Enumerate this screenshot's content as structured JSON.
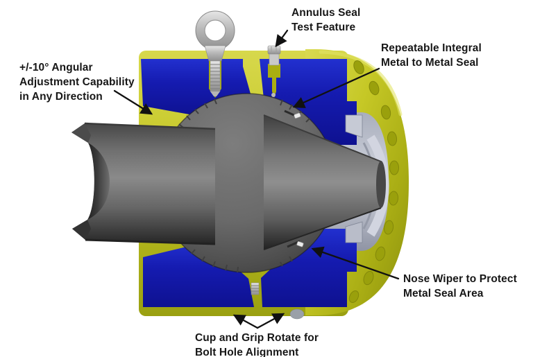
{
  "diagram": {
    "description": "Cross-section CAD cutaway of a ball-joint misalignment flange connector",
    "background_color": "#ffffff",
    "colors": {
      "cross_section_blue": "#151bb0",
      "body_yellow": "#c3c522",
      "pipe_gray": "#6a6a6a",
      "hub_gray": "#c0c4cf",
      "hardware_silver": "#c6c6c6",
      "annotation_text": "#171717"
    },
    "annotations": [
      {
        "id": "angular-adjustment",
        "lines": [
          "+/-10° Angular",
          "Adjustment Capability",
          "in Any Direction"
        ]
      },
      {
        "id": "annulus-seal-test",
        "lines": [
          "Annulus Seal",
          "Test Feature"
        ]
      },
      {
        "id": "metal-to-metal-seal",
        "lines": [
          "Repeatable Integral",
          "Metal to Metal Seal"
        ]
      },
      {
        "id": "nose-wiper",
        "lines": [
          "Nose Wiper to Protect",
          "Metal Seal Area"
        ]
      },
      {
        "id": "cup-grip-rotate",
        "lines": [
          "Cup and Grip Rotate for",
          "Bolt Hole Alignment"
        ]
      }
    ]
  }
}
